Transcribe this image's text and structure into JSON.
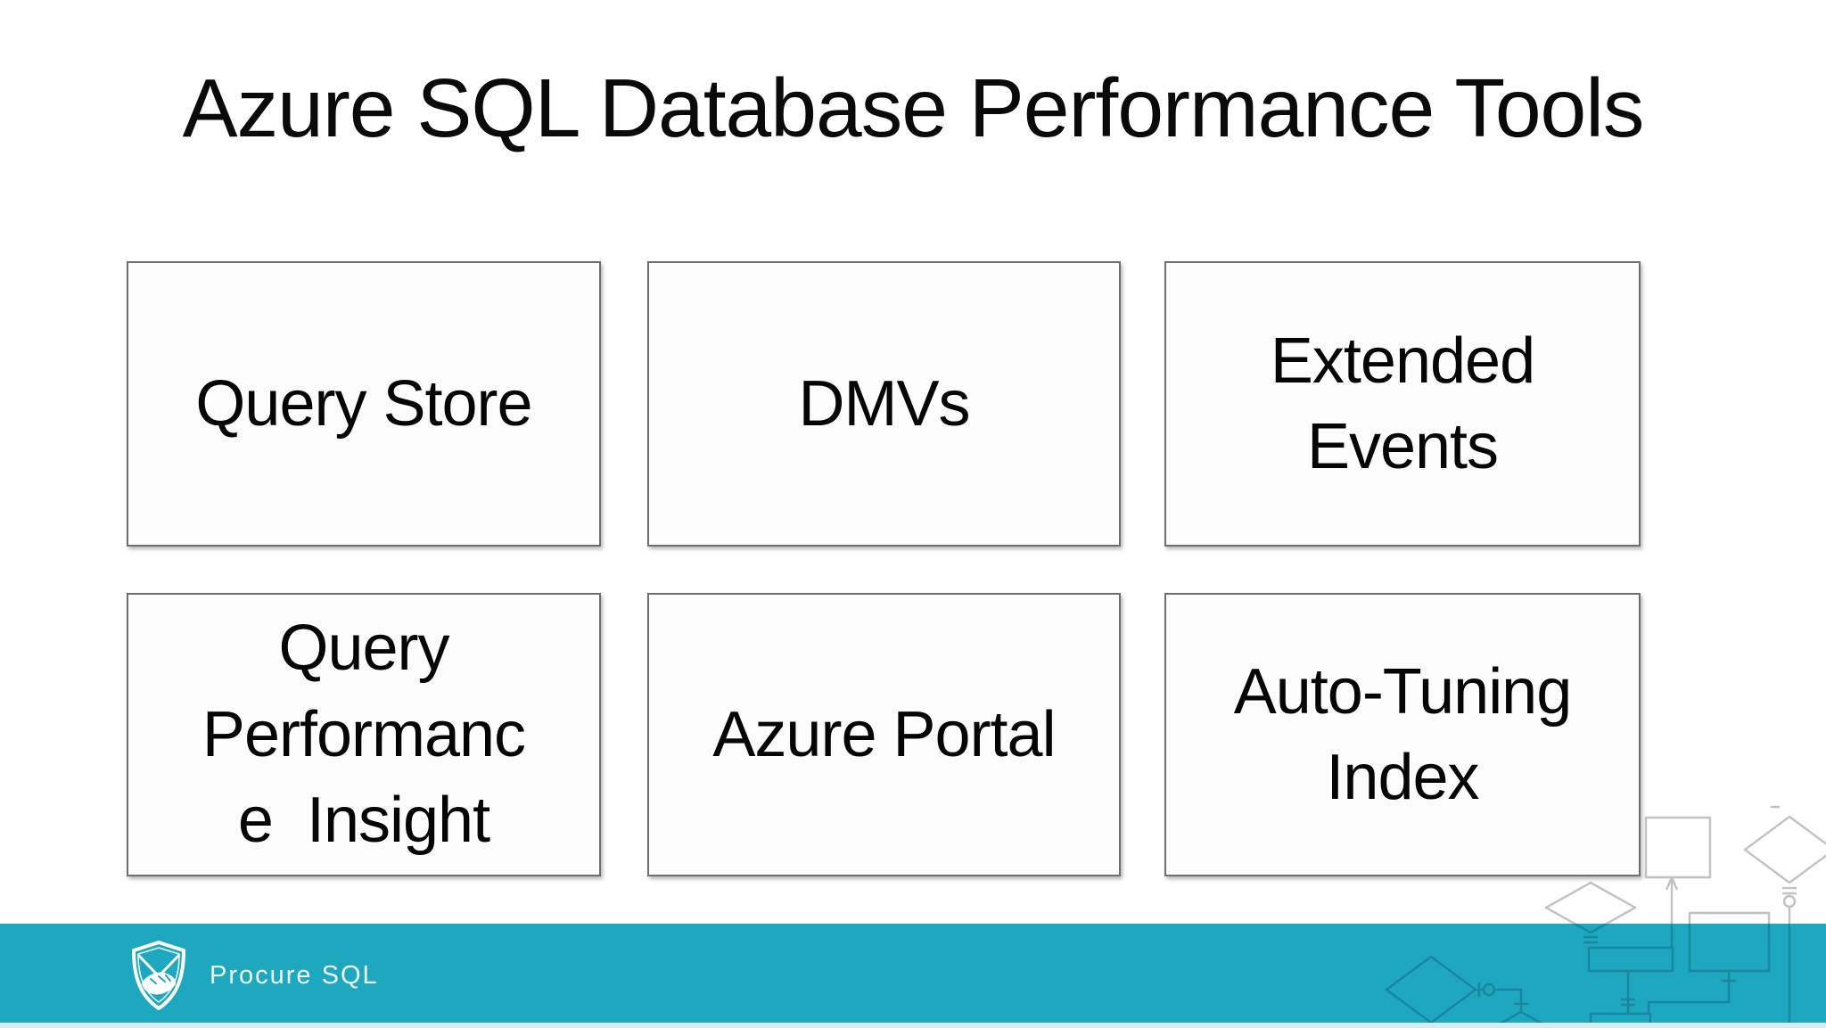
{
  "slide": {
    "title": "Azure SQL Database Performance Tools"
  },
  "boxes": [
    {
      "label": "Query Store"
    },
    {
      "label": "DMVs"
    },
    {
      "label": "Extended\nEvents"
    },
    {
      "label": "Query\nPerformanc\ne  Insight"
    },
    {
      "label": "Azure Portal"
    },
    {
      "label": "Auto-Tuning\nIndex"
    }
  ],
  "footer": {
    "brand_name": "Procure SQL",
    "logo": "shield-handshake-icon"
  },
  "colors": {
    "footer_bar": "#1DA8C0",
    "bottom_strip": "#D5ECF1",
    "box_border": "#6E6E6E",
    "box_fill": "#FCFCFC",
    "text": "#050505",
    "decoration_gray": "#C3C3C3",
    "decoration_teal": "#1B869E"
  }
}
